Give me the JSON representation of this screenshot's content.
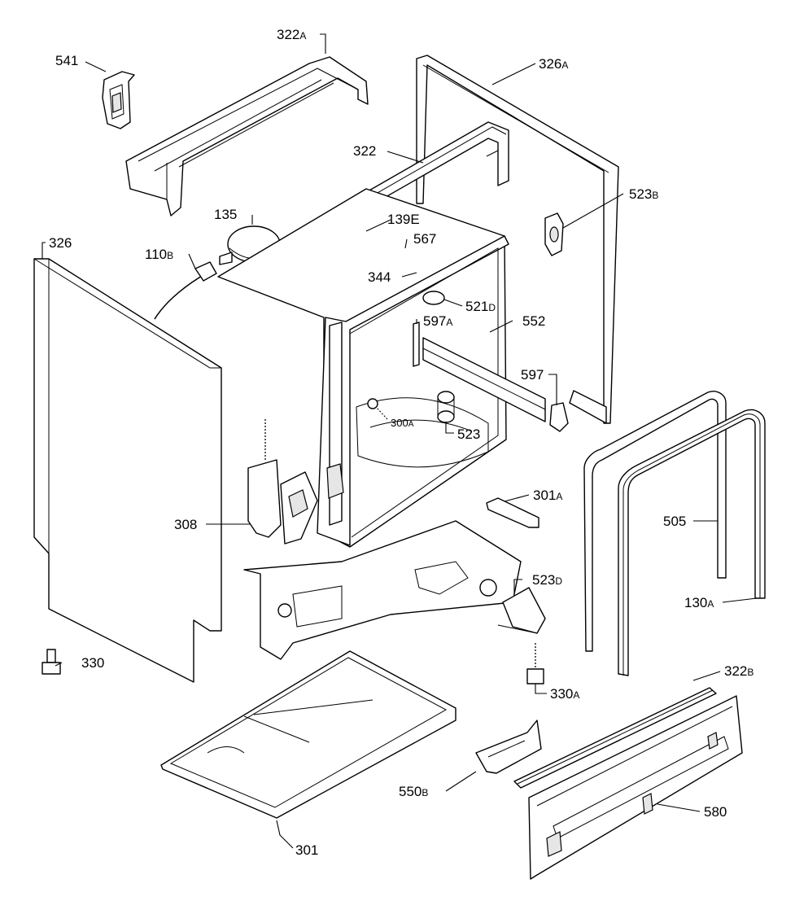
{
  "diagram": {
    "labels": [
      {
        "id": "541",
        "main": "541",
        "suffix": ""
      },
      {
        "id": "322A",
        "main": "322",
        "suffix": "A"
      },
      {
        "id": "326A",
        "main": "326",
        "suffix": "A"
      },
      {
        "id": "322",
        "main": "322",
        "suffix": ""
      },
      {
        "id": "523B",
        "main": "523",
        "suffix": "B"
      },
      {
        "id": "135",
        "main": "135",
        "suffix": ""
      },
      {
        "id": "139E",
        "main": "139E",
        "suffix": ""
      },
      {
        "id": "567",
        "main": "567",
        "suffix": ""
      },
      {
        "id": "326",
        "main": "326",
        "suffix": ""
      },
      {
        "id": "110B",
        "main": "110",
        "suffix": "B"
      },
      {
        "id": "344",
        "main": "344",
        "suffix": ""
      },
      {
        "id": "521D",
        "main": "521",
        "suffix": "D"
      },
      {
        "id": "597A",
        "main": "597",
        "suffix": "A"
      },
      {
        "id": "552",
        "main": "552",
        "suffix": ""
      },
      {
        "id": "597",
        "main": "597",
        "suffix": ""
      },
      {
        "id": "300A",
        "main": "300",
        "suffix": "A"
      },
      {
        "id": "523",
        "main": "523",
        "suffix": ""
      },
      {
        "id": "301A",
        "main": "301",
        "suffix": "A"
      },
      {
        "id": "505",
        "main": "505",
        "suffix": ""
      },
      {
        "id": "308",
        "main": "308",
        "suffix": ""
      },
      {
        "id": "523D",
        "main": "523",
        "suffix": "D"
      },
      {
        "id": "130A",
        "main": "130",
        "suffix": "A"
      },
      {
        "id": "330",
        "main": "330",
        "suffix": ""
      },
      {
        "id": "322B",
        "main": "322",
        "suffix": "B"
      },
      {
        "id": "330A",
        "main": "330",
        "suffix": "A"
      },
      {
        "id": "550B",
        "main": "550",
        "suffix": "B"
      },
      {
        "id": "580",
        "main": "580",
        "suffix": ""
      },
      {
        "id": "301",
        "main": "301",
        "suffix": ""
      }
    ]
  }
}
